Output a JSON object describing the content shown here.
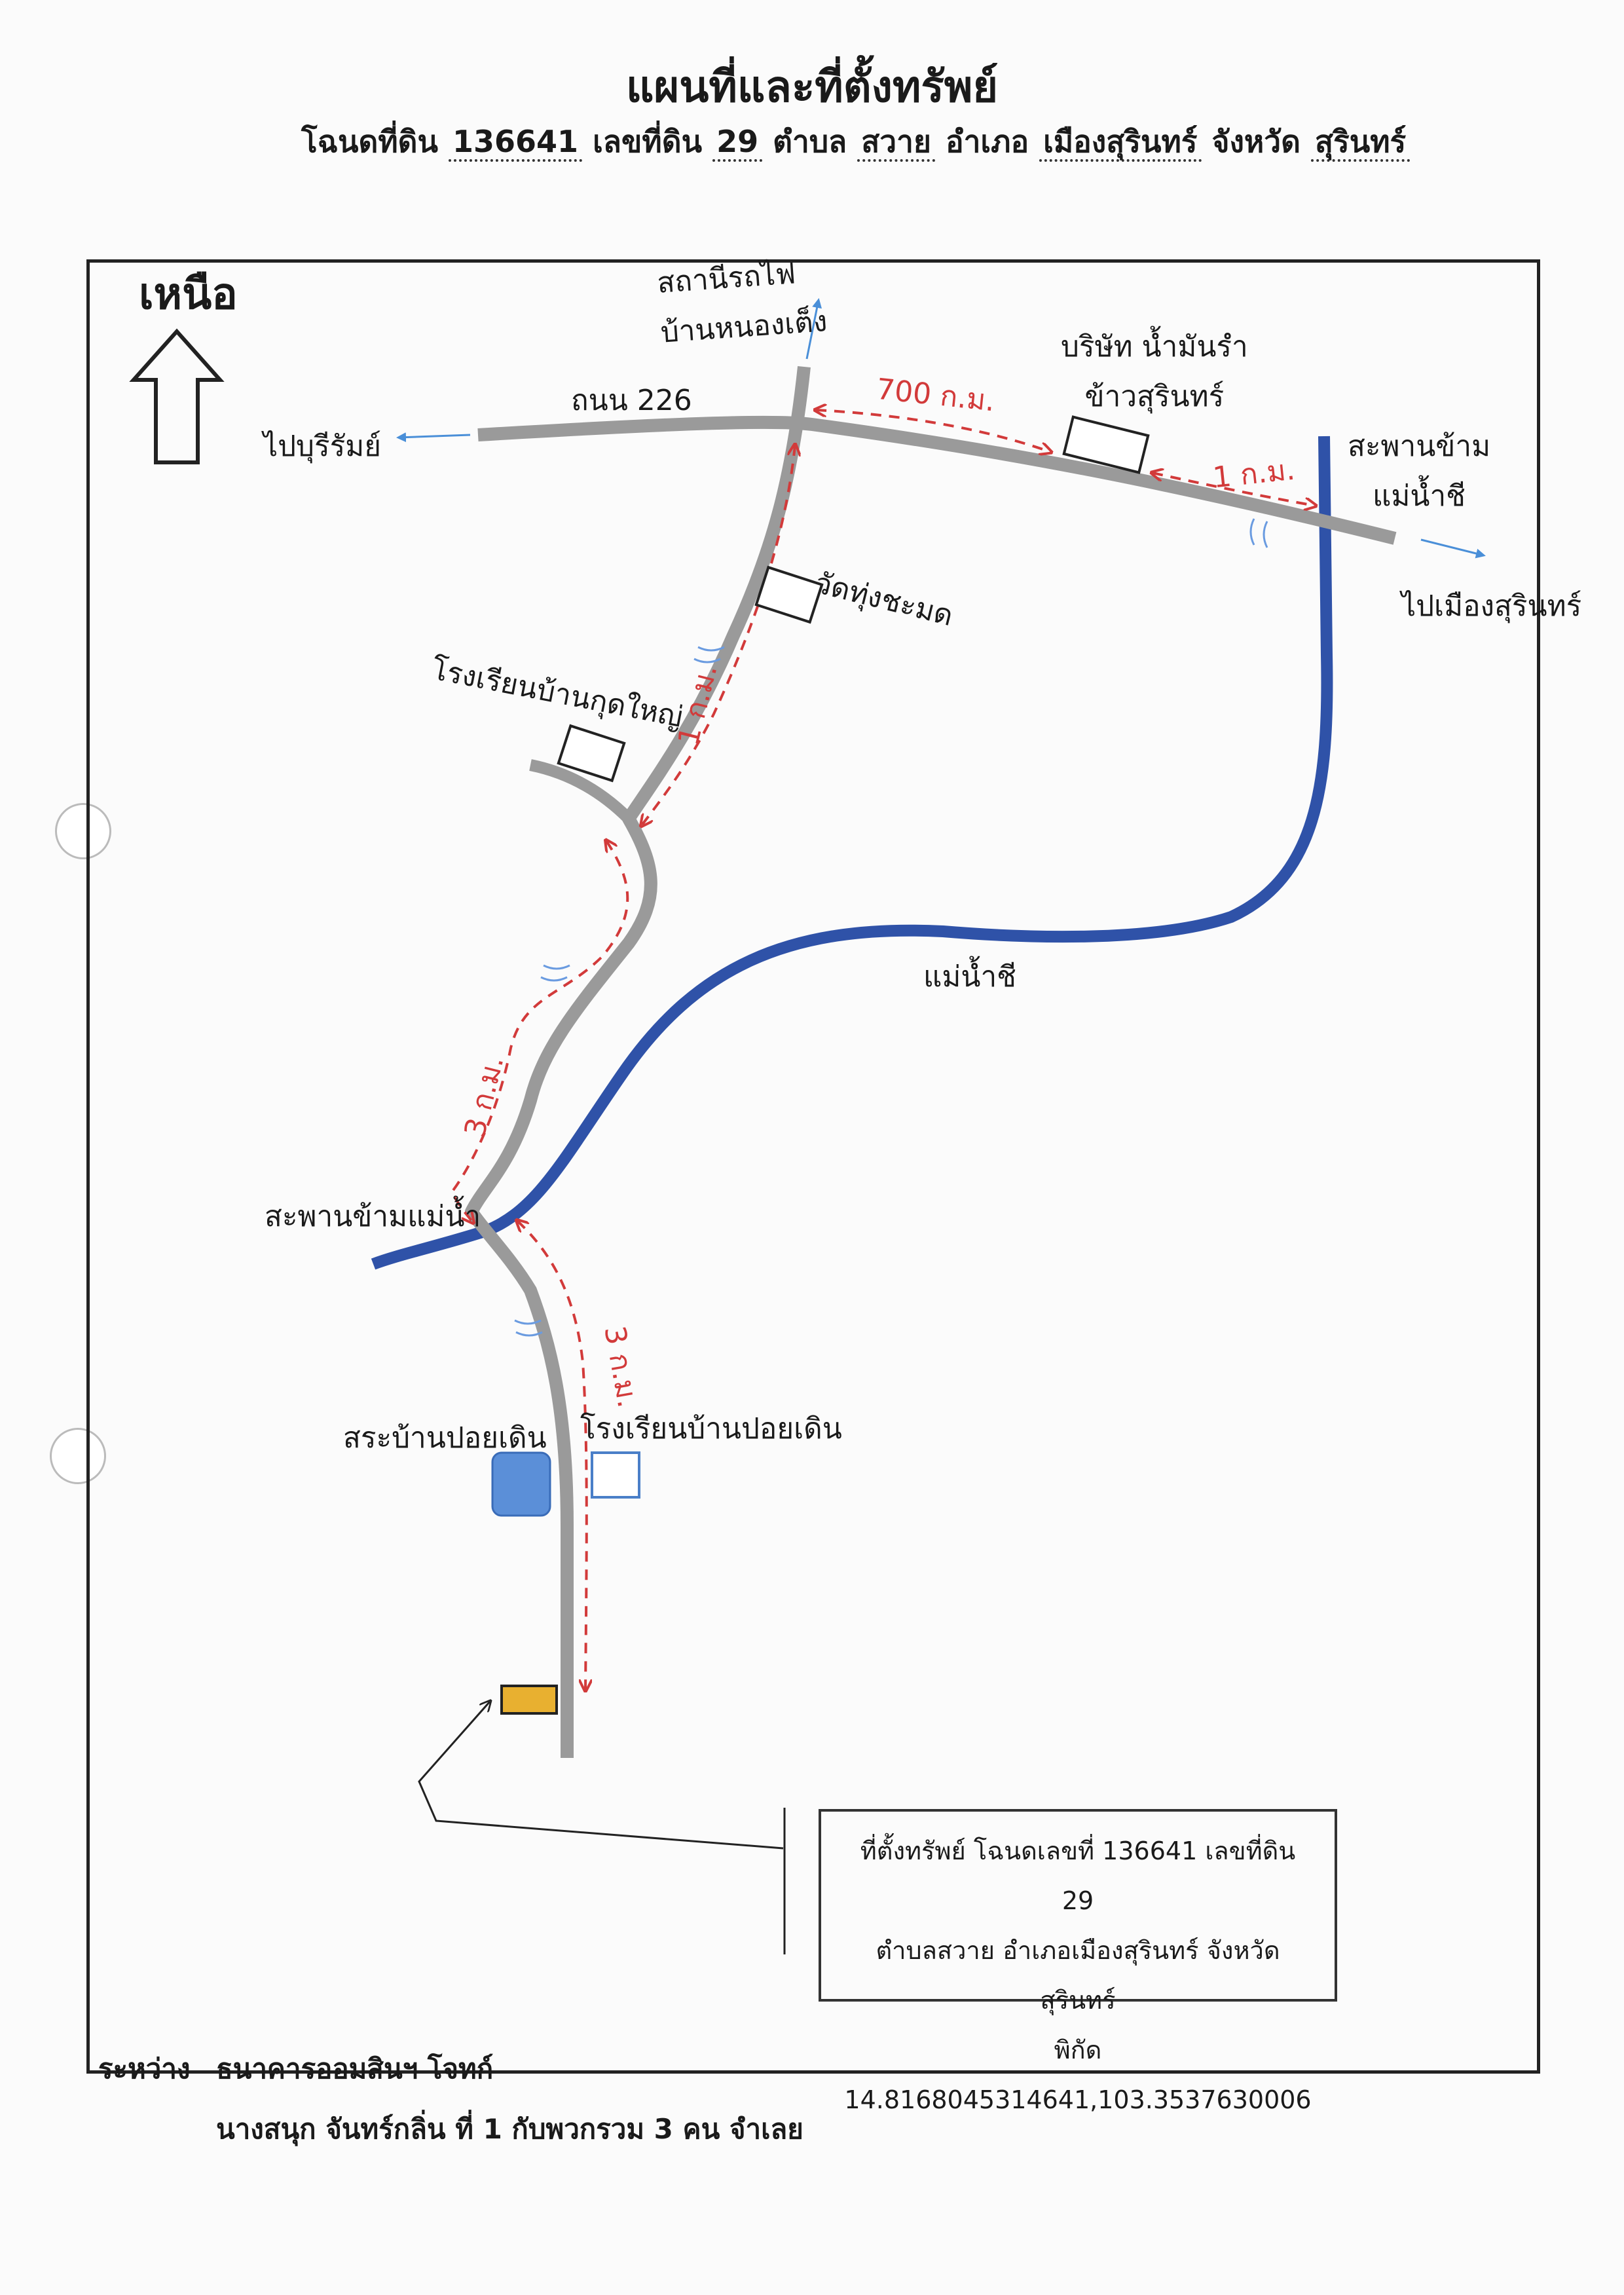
{
  "title": "แผนที่และที่ตั้งทรัพย์",
  "subtitle": {
    "deed_label": "โฉนดที่ดิน",
    "deed_no": "136641",
    "land_label": "เลขที่ดิน",
    "land_no": "29",
    "subdistrict_label": "ตำบล",
    "subdistrict": "สวาย",
    "district_label": "อำเภอ",
    "district": "เมืองสุรินทร์",
    "province_label": "จังหวัด",
    "province": "สุรินทร์"
  },
  "map": {
    "north_label": "เหนือ",
    "labels": {
      "station_line1": "สถานีรถไฟ",
      "station_line2": "บ้านหนองเต็ง",
      "road": "ถนน 226",
      "to_buriram": "ไปบุรีรัมย์",
      "company_line1": "บริษัท น้ำมันรำ",
      "company_line2": "ข้าวสุรินทร์",
      "bridge_line1": "สะพานข้าม",
      "bridge_line2": "แม่น้ำชี",
      "to_surin": "ไปเมืองสุรินทร์",
      "temple": "วัดทุ่งชะมด",
      "school_kud": "โรงเรียนบ้านกุดใหญ่",
      "river": "แม่น้ำชี",
      "bridge_south": "สะพานข้ามแม่น้ำ",
      "pond": "สระบ้านปอยเดิน",
      "school_poy": "โรงเรียนบ้านปอยเดิน"
    },
    "distances": {
      "d_700": "700 ก.ม.",
      "d_1a": "1 ก.ม.",
      "d_1b": "1 ก.ม.",
      "d_3a": "3 ก.ม.",
      "d_3b": "3 ก.ม."
    },
    "colors": {
      "road": "#9a9a9a",
      "river": "#2f52a8",
      "distance": "#d23a3a",
      "property": "#e8b030",
      "pond": "#5b8fd8",
      "arrow": "#4a8fd8"
    },
    "info": {
      "line1": "ที่ตั้งทรัพย์ โฉนดเลขที่ 136641 เลขที่ดิน 29",
      "line2": "ตำบลสวาย อำเภอเมืองสุรินทร์ จังหวัดสุรินทร์",
      "line3": "พิกัด 14.8168045314641,103.3537630006"
    }
  },
  "footer": {
    "between_label": "ระหว่าง",
    "plaintiff": "ธนาคารออมสินฯ โจทก์",
    "defendant": "นางสนุก จันทร์กลิ่น ที่ 1 กับพวกรวม 3 คน จำเลย"
  }
}
